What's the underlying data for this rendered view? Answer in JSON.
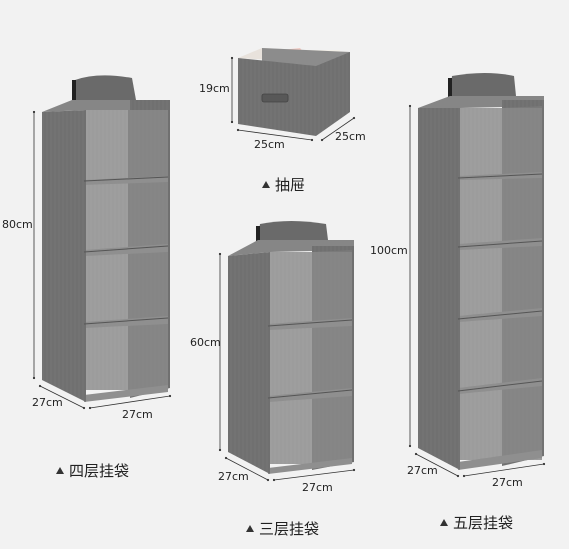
{
  "products": {
    "four_tier": {
      "height_label": "80cm",
      "depth_label": "27cm",
      "width_label": "27cm",
      "caption": "四层挂袋"
    },
    "drawer": {
      "height_label": "19cm",
      "depth_label": "25cm",
      "width_label": "25cm",
      "caption": "抽屉"
    },
    "three_tier": {
      "height_label": "60cm",
      "depth_label": "27cm",
      "width_label": "27cm",
      "caption": "三层挂袋"
    },
    "five_tier": {
      "height_label": "100cm",
      "depth_label": "27cm",
      "width_label": "27cm",
      "caption": "五层挂袋"
    }
  },
  "colors": {
    "background": "#f2f2f2",
    "fabric_outer": "#6f6f6f",
    "fabric_inner": "#9a9a9a",
    "fabric_shelf": "#8a8a8a",
    "dimension_line": "#333333"
  }
}
